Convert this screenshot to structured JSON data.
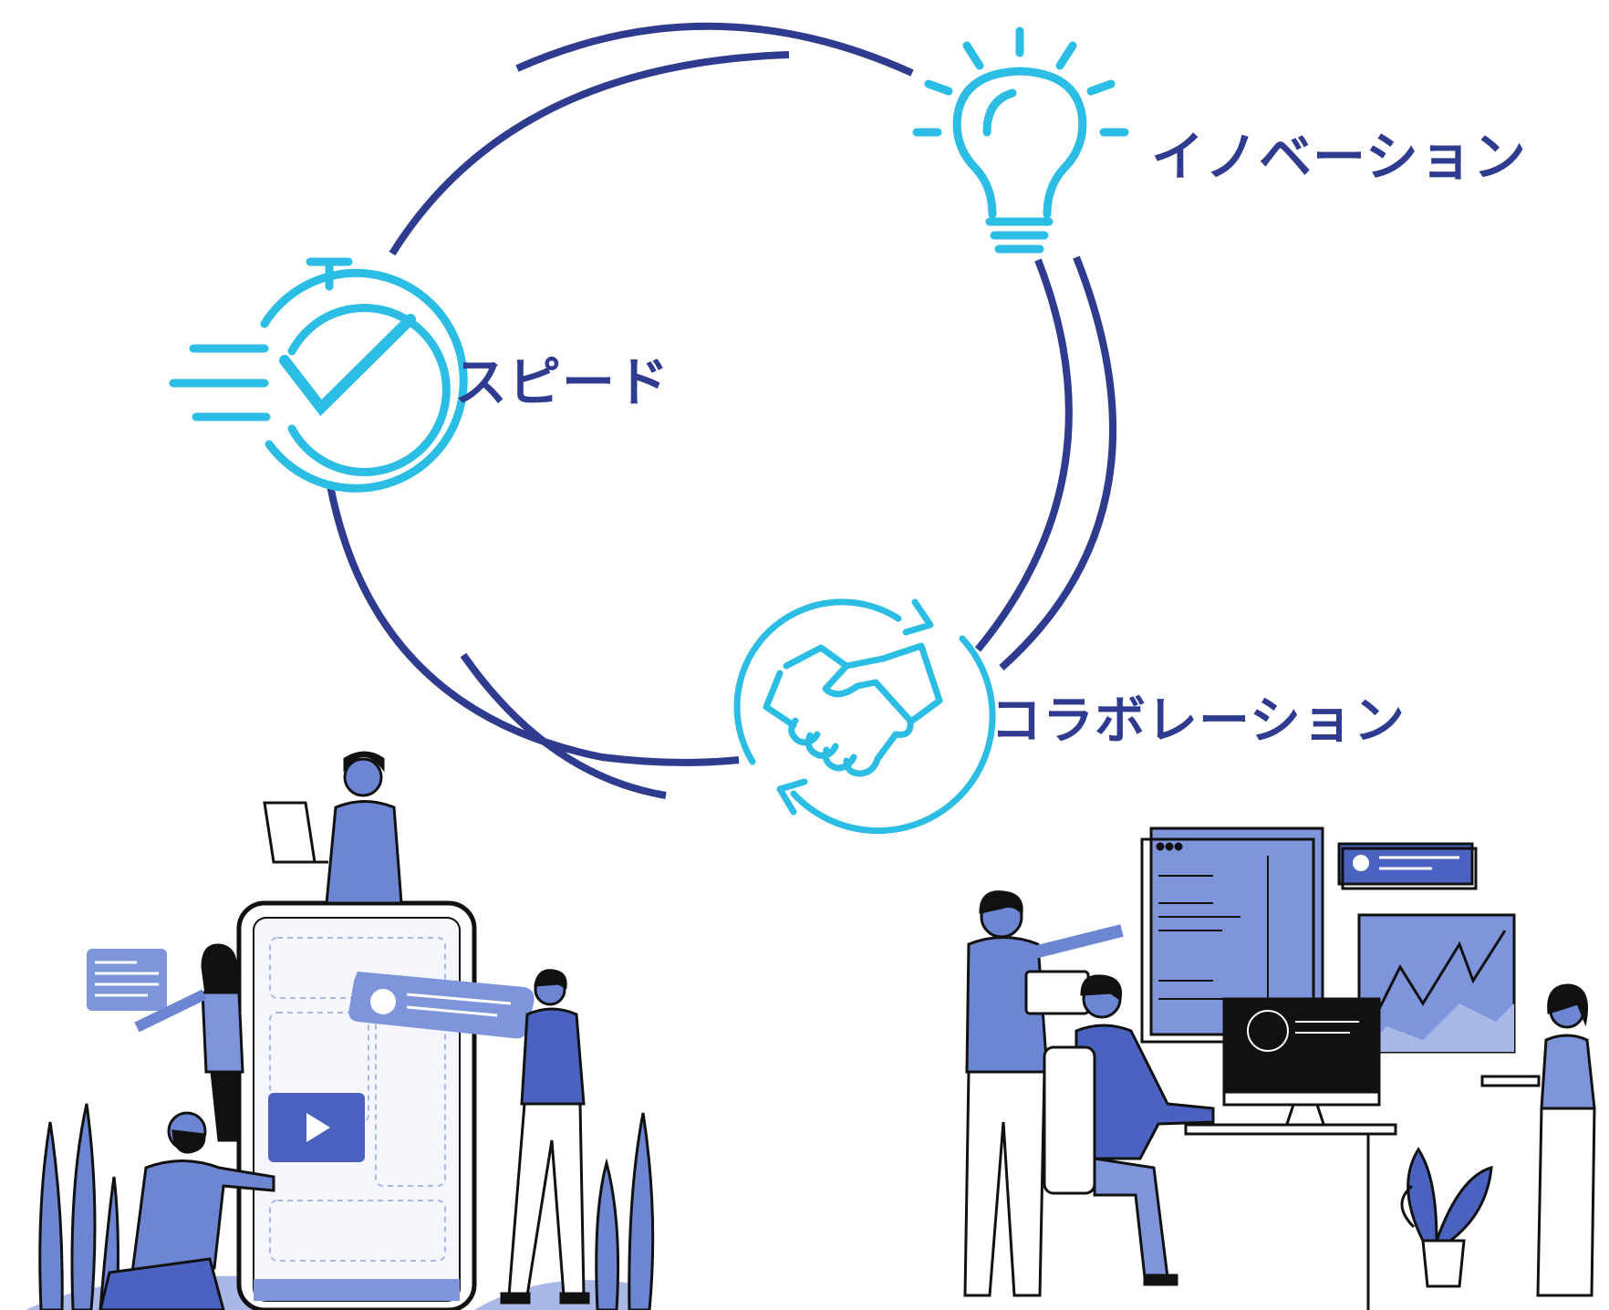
{
  "labels": {
    "speed": "スピード",
    "innovation": "イノベーション",
    "collaboration": "コラボレーション"
  },
  "colors": {
    "cycle_navy": "#2f3b8f",
    "icon_cyan": "#2bbde4",
    "figure_blue": "#6c86d4",
    "figure_dark_blue": "#4a63c0",
    "ink": "#111111"
  },
  "icons": [
    "stopwatch-check-icon",
    "lightbulb-icon",
    "handshake-cycle-icon"
  ]
}
